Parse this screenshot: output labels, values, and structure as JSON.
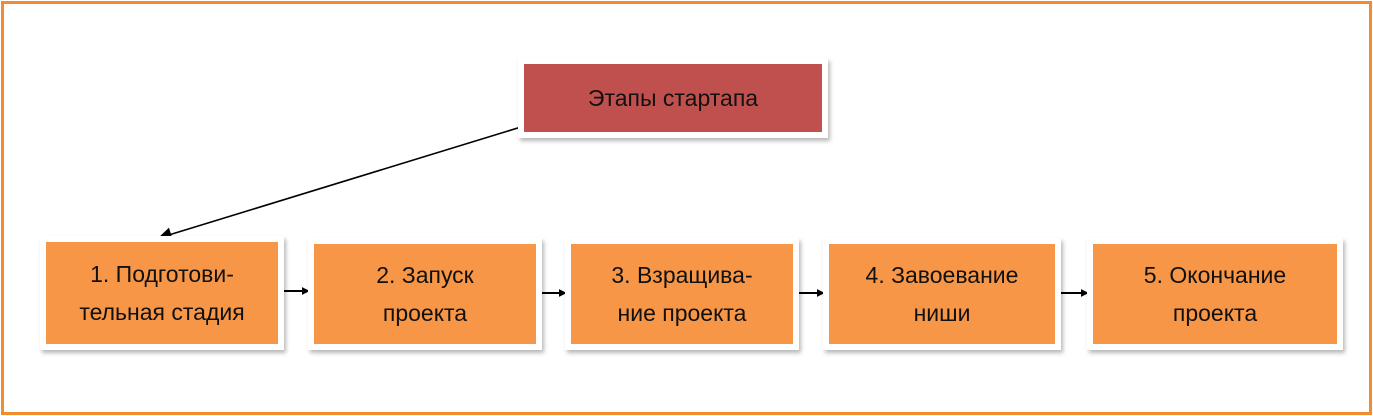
{
  "colors": {
    "frame": "#f28c30",
    "root_fill": "#c0504d",
    "step_fill": "#f79646",
    "connector": "#000000"
  },
  "diagram": {
    "root": {
      "label": "Этапы стартапа"
    },
    "steps": [
      {
        "label": "1. Подготови-\nтельная стадия"
      },
      {
        "label": "2. Запуск\nпроекта"
      },
      {
        "label": "3. Взращива-\nние проекта"
      },
      {
        "label": "4. Завоевание\nниши"
      },
      {
        "label": "5. Окончание\nпроекта"
      }
    ]
  }
}
